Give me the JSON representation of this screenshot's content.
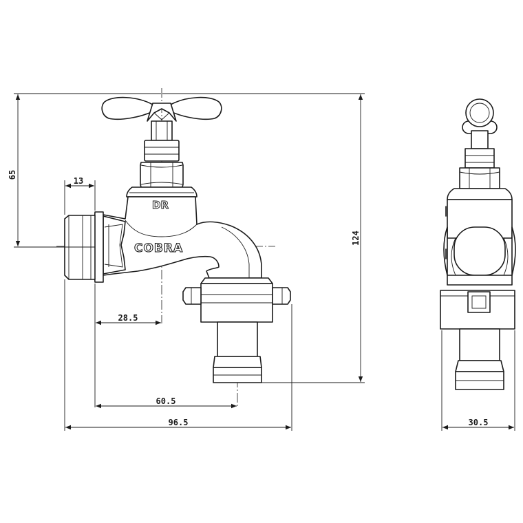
{
  "markings": {
    "maker_mark": "DR",
    "brand": "COBRA"
  },
  "dimensions": {
    "overall_height_top": "65",
    "inlet_thread_length": "13",
    "total_height": "124",
    "spindle_offset": "28.5",
    "outlet_offset": "60.5",
    "overall_length": "96.5",
    "side_width": "30.5"
  }
}
